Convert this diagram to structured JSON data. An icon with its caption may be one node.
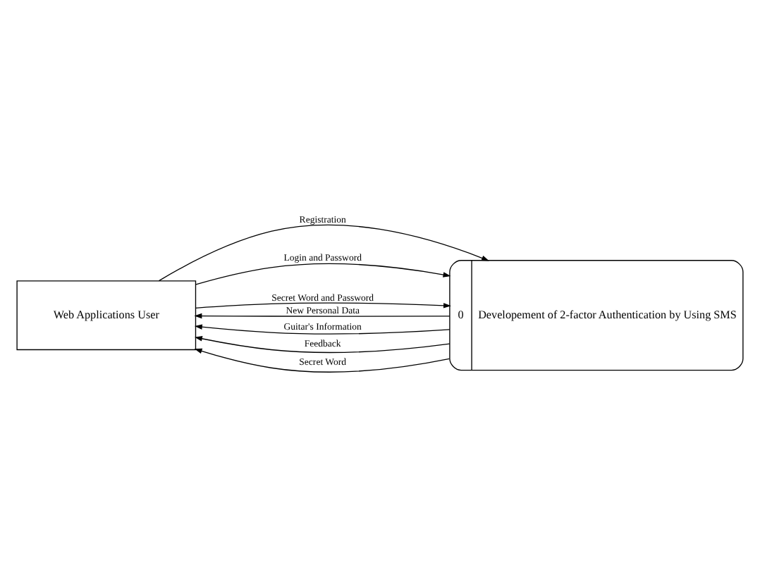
{
  "diagram": {
    "nodes": [
      {
        "text": [
          "Web Applications User"
        ]
      },
      {
        "text": [
          "0",
          "Developement of 2-factor Authentication by Using SMS"
        ]
      }
    ],
    "edges": [
      {
        "from": 0,
        "to": 1,
        "arrow": "to",
        "label": "Registration"
      },
      {
        "from": 0,
        "to": 1,
        "arrow": "to",
        "label": "Login and Password"
      },
      {
        "from": 0,
        "to": 1,
        "arrow": "to",
        "label": "Secret Word and Password"
      },
      {
        "from": 1,
        "to": 0,
        "arrow": "to",
        "label": "New Personal Data"
      },
      {
        "from": 1,
        "to": 0,
        "arrow": "to",
        "label": "Guitar's Information"
      },
      {
        "from": 1,
        "to": 0,
        "arrow": "to",
        "label": "Feedback"
      },
      {
        "from": 1,
        "to": 0,
        "arrow": "to",
        "label": "Secret Word"
      }
    ]
  }
}
